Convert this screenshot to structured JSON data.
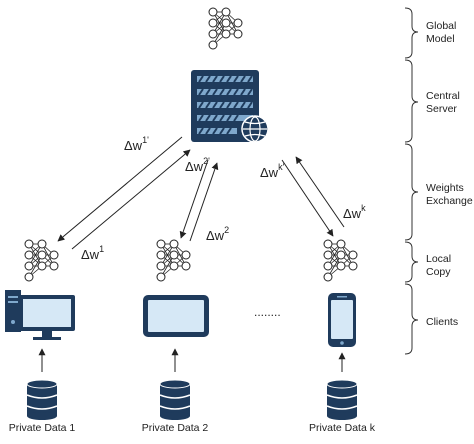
{
  "layers": [
    {
      "line1": "Global",
      "line2": "Model"
    },
    {
      "line1": "Central",
      "line2": "Server"
    },
    {
      "line1": "Weights",
      "line2": "Exchange"
    },
    {
      "line1": "Local",
      "line2": "Copy"
    },
    {
      "line1": "Clients",
      "line2": ""
    }
  ],
  "weights": {
    "base": "Δw",
    "client1_up": "1",
    "client1_down": "1'",
    "client2_up": "2",
    "client2_down": "2'",
    "clientk_up": "k",
    "clientk_down": "k'"
  },
  "ellipsis": "........",
  "clients": [
    {
      "data_label": "Private Data 1",
      "device": "desktop-computer"
    },
    {
      "data_label": "Private Data 2",
      "device": "tablet"
    },
    {
      "data_label": "Private Data k",
      "device": "smartphone"
    }
  ],
  "colors": {
    "server_dark": "#1f3b5c",
    "server_stripe": "#7fa8cc",
    "screen_fill": "#d6e8f6",
    "database": "#1f3b5c",
    "line": "#222222",
    "brace": "#333333"
  }
}
